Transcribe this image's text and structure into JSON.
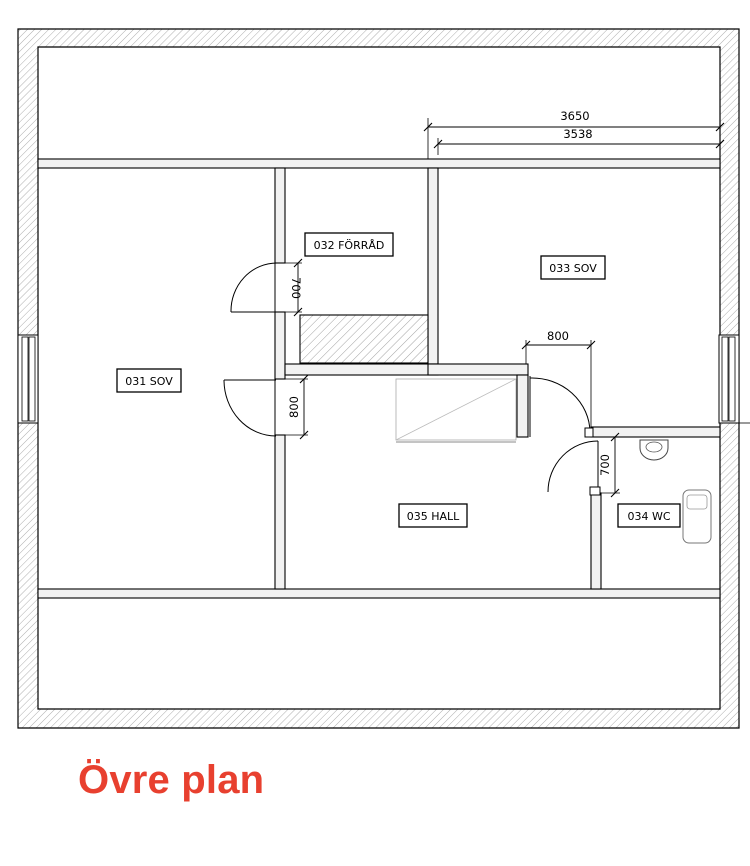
{
  "title": "Övre plan",
  "title_color": "#e8402f",
  "rooms": [
    {
      "id": "031",
      "label": "031 SOV"
    },
    {
      "id": "032",
      "label": "032 FÖRRÅD"
    },
    {
      "id": "033",
      "label": "033 SOV"
    },
    {
      "id": "034",
      "label": "034 WC"
    },
    {
      "id": "035",
      "label": "035 HALL"
    }
  ],
  "dimensions": {
    "top_outer": "3650",
    "top_inner": "3538",
    "door_033": "800",
    "door_032": "700",
    "door_031": "800",
    "door_034": "700"
  }
}
